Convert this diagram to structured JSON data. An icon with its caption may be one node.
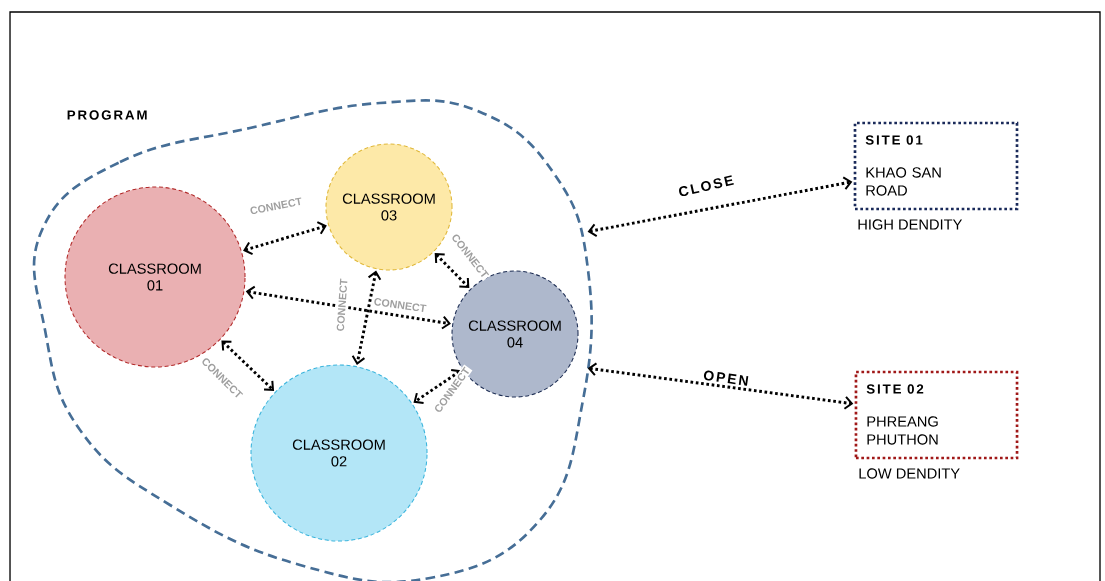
{
  "diagram": {
    "nodes": [
      {
        "text": [
          "PROGRAM"
        ]
      },
      {
        "text": [
          "CLASSROOM 01"
        ],
        "in": 0
      },
      {
        "text": [
          "CLASSROOM 03"
        ],
        "in": 0
      },
      {
        "text": [
          "CLASSROOM 04"
        ],
        "in": 0
      },
      {
        "text": [
          "CLASSROOM 02"
        ],
        "in": 0
      },
      {
        "text": [
          "SITE 01",
          "KHAO SAN ROAD"
        ],
        "beside": [
          "HIGH DENDITY"
        ]
      },
      {
        "text": [
          "SITE 02",
          "PHREANG PHUTHON"
        ],
        "beside": [
          "LOW DENDITY"
        ]
      }
    ],
    "edges": [
      {
        "from": 1,
        "to": 2,
        "arrow": "both",
        "label": "CONNECT"
      },
      {
        "from": 2,
        "to": 3,
        "arrow": "both",
        "label": "CONNECT"
      },
      {
        "from": 1,
        "to": 3,
        "arrow": "both",
        "label": "CONNECT"
      },
      {
        "from": 2,
        "to": 4,
        "arrow": "both",
        "label": "CONNECT"
      },
      {
        "from": 1,
        "to": 4,
        "arrow": "both",
        "label": "CONNECT"
      },
      {
        "from": 3,
        "to": 4,
        "arrow": "both",
        "label": "CONNECT"
      },
      {
        "from": 0,
        "to": 5,
        "arrow": "both",
        "label": "CLOSE"
      },
      {
        "from": 0,
        "to": 6,
        "arrow": "both",
        "label": "OPEN"
      }
    ]
  }
}
